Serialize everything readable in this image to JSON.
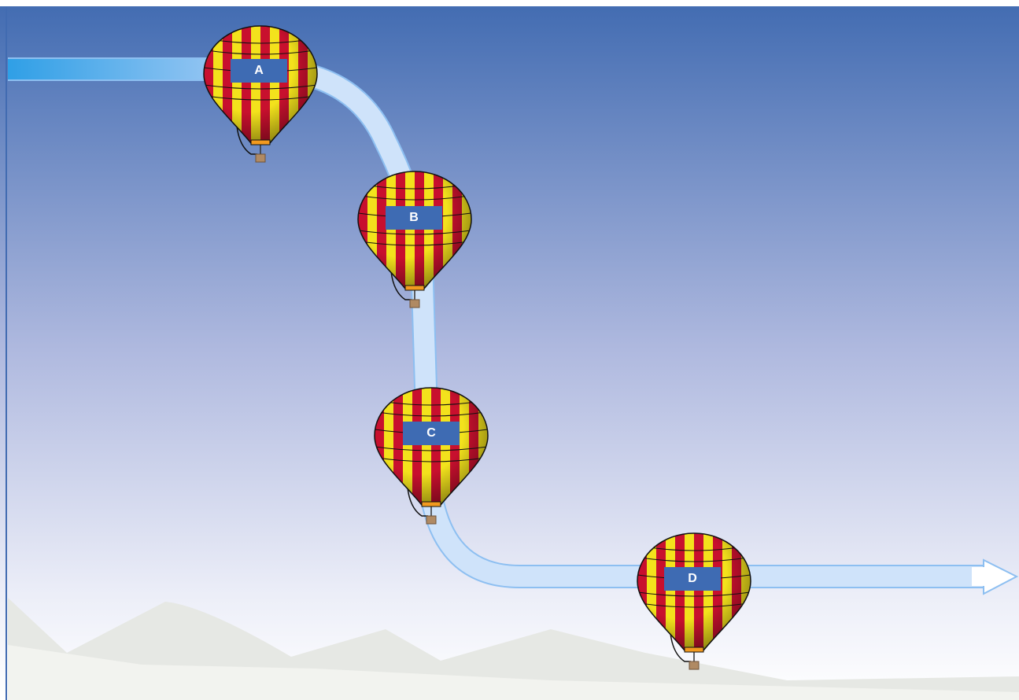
{
  "diagram": {
    "steps": [
      {
        "id": "step-a",
        "label": "A"
      },
      {
        "id": "step-b",
        "label": "B"
      },
      {
        "id": "step-c",
        "label": "C"
      },
      {
        "id": "step-d",
        "label": "D"
      }
    ]
  },
  "colors": {
    "sky_top": "#416bb1",
    "sky_bottom": "#ffffff",
    "path": "#c6defa",
    "path_edge": "#8dbff1",
    "balloon_red": "#c8102e",
    "balloon_yellow": "#f3e21c",
    "label_bg": "#3e6bb3",
    "mountains": "#e7e8e3"
  }
}
